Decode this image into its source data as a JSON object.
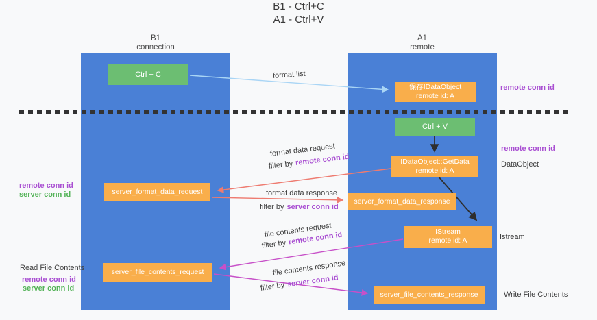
{
  "title": {
    "line1": "B1 - Ctrl+C",
    "line2": "A1 - Ctrl+V"
  },
  "lanes": {
    "b1": {
      "name": "B1",
      "role": "connection"
    },
    "a1": {
      "name": "A1",
      "role": "remote"
    }
  },
  "nodes": {
    "ctrl_c": {
      "label": "Ctrl + C"
    },
    "save_idataobject": {
      "line1": "保存IDataObject",
      "line2": "remote id: A"
    },
    "ctrl_v": {
      "label": "Ctrl + V"
    },
    "getdata": {
      "line1": "IDataObject::GetData",
      "line2": "remote id: A"
    },
    "istream": {
      "line1": "IStream",
      "line2": "remote id: A"
    },
    "format_request": {
      "label": "server_format_data_request"
    },
    "format_response": {
      "label": "server_format_data_response"
    },
    "file_request": {
      "label": "server_file_contents_request"
    },
    "file_response": {
      "label": "server_file_contents_response"
    }
  },
  "edge_labels": {
    "format_list": "format list",
    "format_data_request": "format data request",
    "format_data_response": "format data response",
    "file_contents_request": "file contents request",
    "file_contents_response": "file contents response",
    "filter_by": "filter by",
    "remote_conn_id": "remote conn id",
    "server_conn_id": "server conn id"
  },
  "side_labels": {
    "remote_conn_id": "remote conn id",
    "server_conn_id": "server conn id",
    "dataobject": "DataObject",
    "istream": "Istream",
    "read_file_contents": "Read File Contents",
    "write_file_contents": "Write File Contents"
  },
  "colors": {
    "lane": "#4a80d6",
    "node_green": "#6cbe72",
    "node_orange": "#f9ae4b",
    "arrow_black": "#2e2e2e",
    "arrow_salmon": "#ee7b70",
    "arrow_magenta": "#c750c8",
    "arrow_lightblue": "#a9d5f5",
    "text_purple": "#a94fd2",
    "text_green": "#54b358"
  }
}
